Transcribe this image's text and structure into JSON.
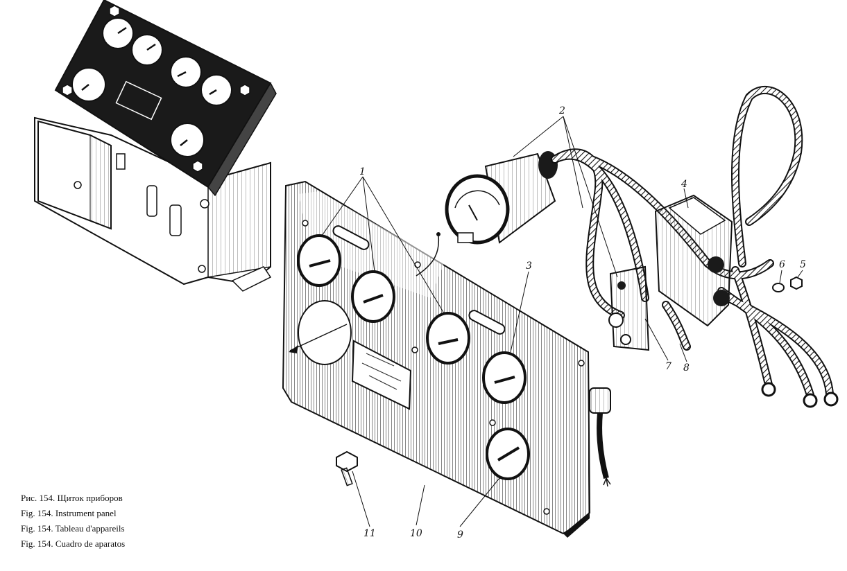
{
  "caption": {
    "ru": "Рис. 154. Щиток приборов",
    "en": "Fig. 154. Instrument panel",
    "fr": "Fig. 154. Tableau d'appareils",
    "es": "Fig. 154. Cuadro de aparatos"
  },
  "callouts": {
    "c1": "1",
    "c2": "2",
    "c3": "3",
    "c4": "4",
    "c5": "5",
    "c6": "6",
    "c7": "7",
    "c8": "8",
    "c9": "9",
    "c10": "10",
    "c11": "11"
  },
  "colors": {
    "ink": "#111111",
    "paper": "#ffffff",
    "panel_dark": "#1a1a1a"
  }
}
